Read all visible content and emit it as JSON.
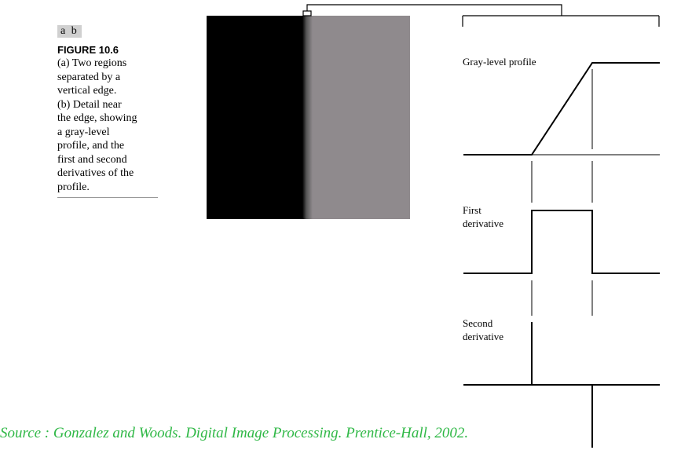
{
  "caption": {
    "panel_tag": "a  b",
    "figure_title": "FIGURE 10.6",
    "text": "(a) Two regions\nseparated by a\nvertical edge.\n(b) Detail near\nthe edge, showing\na gray-level\nprofile, and the\nfirst and second\nderivatives of the\nprofile."
  },
  "panel_b": {
    "labels": {
      "gray_level_profile": "Gray-level profile",
      "first_derivative": "First\nderivative",
      "second_derivative": "Second\nderivative"
    }
  },
  "source": "Source : Gonzalez and Woods. Digital Image Processing. Prentice-Hall, 2002.",
  "colors": {
    "source_text": "#2fb846",
    "gray_region": "#8f8a8d",
    "dark_region": "#000000",
    "tag_background": "#d0d0d0"
  }
}
